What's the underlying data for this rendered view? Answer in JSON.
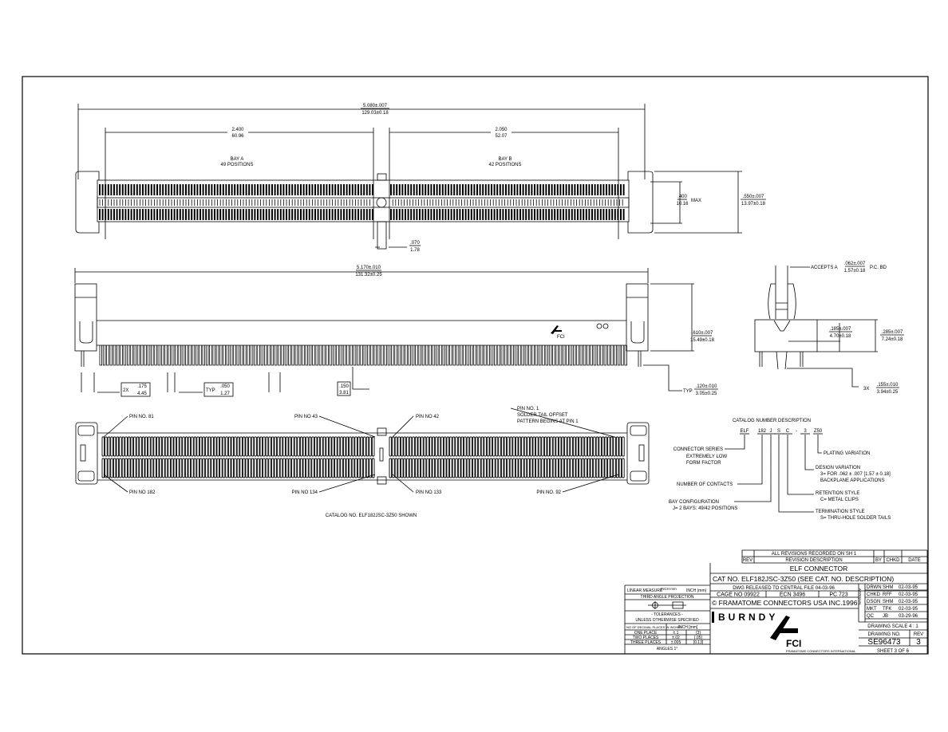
{
  "title_block": {
    "revisions_note": "ALL REVISIONS RECORDED ON SH 1",
    "rev_header": "REV",
    "revision_description_header": "REVISION DESCRIPTION",
    "by_header": "BY",
    "chkd_header": "CHKD",
    "date_header": "DATE",
    "title": "ELF CONNECTOR",
    "cat_no": "CAT NO. ELF182JSC-3Z50  (SEE CAT. NO. DESCRIPTION)",
    "dwg_released": "DWG RELEASED TO CENTRAL FILE 04-03-96",
    "cage_no": "CAGE NO 09922",
    "ecn": "ECN 3496",
    "pc": "PC 723",
    "copyright": "© FRAMATOME CONNECTORS USA INC.1996",
    "company_burndy": "BURNDY",
    "company_fci": "FCI",
    "company_fci_sub": "FRAMATOME CONNECTORS INTERNATIONAL",
    "approval_letters": "APPROVAL",
    "approvals": [
      {
        "role": "DRWN",
        "who": "SHM",
        "date": "02-03-95"
      },
      {
        "role": "CHKD",
        "who": "RFF",
        "date": "02-03-95"
      },
      {
        "role": "DSGN",
        "who": "SHM",
        "date": "02-03-95"
      },
      {
        "role": "MKT",
        "who": "TFK",
        "date": "02-03-95"
      },
      {
        "role": "QC",
        "who": "JB",
        "date": "03-29-96"
      }
    ],
    "drawing_scale": "DRAWING SCALE 4 : 1",
    "drawing_no_label": "DRAWING NO.",
    "rev_label": "REV",
    "drawing_no": "SE96473",
    "rev": "3",
    "sheet": "SHEET 3 OF 6"
  },
  "tolerance_block": {
    "linear_measure": "LINEAR MEASURE",
    "inch_mm": "INCH mm",
    "inch_mm2": "INCH (mm)",
    "projection": "THIRD ANGLE PROJECTION",
    "tolerances": "- TOLERANCES -",
    "unless": "UNLESS OTHERWISE SPECIFIED",
    "decimal_places": "NO OF DECIMAL PLACES IN INCHES",
    "col_inch": "INCH [mm]",
    "rows": [
      {
        "label": "ONE PLACE",
        "inch": "±.1",
        "mm": "[3]"
      },
      {
        "label": "TWO PLACES",
        "inch": "±.02",
        "mm": "[.05]"
      },
      {
        "label": "THREE PLACES",
        "inch": "±.005",
        "mm": "[0.13]"
      }
    ],
    "angles": "ANGLES 1°"
  },
  "top_view": {
    "overall_in": "5.080±.007",
    "overall_mm": "129.03±0.18",
    "bay_a_in": "2.400",
    "bay_a_mm": "60.96",
    "bay_b_in": "2.050",
    "bay_b_mm": "52.07",
    "bay_a_label": "BAY A",
    "bay_a_positions": "49 POSITIONS",
    "bay_b_label": "BAY B",
    "bay_b_positions": "42 POSITIONS",
    "height_in": ".400",
    "height_mm": "10.16",
    "max": "MAX",
    "width_in": ".550±.007",
    "width_mm": "13.97±0.18",
    "key_in": ".070",
    "key_mm": "1.78"
  },
  "side_view": {
    "overall_in": "5.170±.010",
    "overall_mm": "131.32±0.25",
    "height_in": ".610±.007",
    "height_mm": "15.49±0.18",
    "tail_prefix": "TYP",
    "tail_in": ".120±.010",
    "tail_mm": "3.05±0.25",
    "end_prefix": "2X",
    "end_in": ".175",
    "end_mm": "4.45",
    "pitch_prefix": "TYP",
    "pitch_in": ".050",
    "pitch_mm": "1.27",
    "center_in": ".150",
    "center_mm": "3.81",
    "logo": "FCI"
  },
  "end_view": {
    "accepts": "ACCEPTS A",
    "board_in": ".062±.007",
    "board_mm": "1.57±0.18",
    "pc_bd": "P.C. BD",
    "h1_in": ".185±.007",
    "h1_mm": "4.70±0.18",
    "h2_in": ".285±.007",
    "h2_mm": "7.24±0.18",
    "tail_prefix": "3X",
    "tail_in": ".155±.010",
    "tail_mm": "3.94±0.25"
  },
  "bottom_view": {
    "pin_81": "PIN NO. 81",
    "pin_43": "PIN NO 43",
    "pin_42": "PIN NO 42",
    "pin_1": "PIN NO. 1",
    "pin_1_note1": "SOLDER TAIL OFFSET",
    "pin_1_note2": "PATTERN BEGINS AT PIN 1",
    "pin_182": "PIN NO 182",
    "pin_134": "PIN NO 134",
    "pin_133": "PIN NO 133",
    "pin_92": "PIN NO. 92",
    "caption": "CATALOG NO. ELF182JSC-3Z50 SHOWN"
  },
  "catalog_description": {
    "title": "CATALOG NUMBER DESCRIPTION",
    "codes": [
      "ELF",
      "182",
      "J",
      "S",
      "C",
      "-",
      "3",
      "Z50"
    ],
    "series": "CONNECTOR SERIES",
    "series2": "EXTREMELY LOW",
    "series3": "FORM FACTOR",
    "contacts": "NUMBER OF CONTACTS",
    "bay": "BAY CONFIGURATION",
    "bay2": "J= 2 BAYS: 49/42 POSITIONS",
    "plating": "PLATING VARIATION",
    "design": "DESIGN VARIATION",
    "design2": "3= FOR .062 ± .007 [1.57 ± 0.18]",
    "design3": "BACKPLANE APPLICATIONS",
    "retention": "RETENTION STYLE",
    "retention2": "C= METAL CLIPS",
    "termination": "TERMINATION STYLE",
    "termination2": "S= THRU-HOLE SOLDER TAILS"
  }
}
